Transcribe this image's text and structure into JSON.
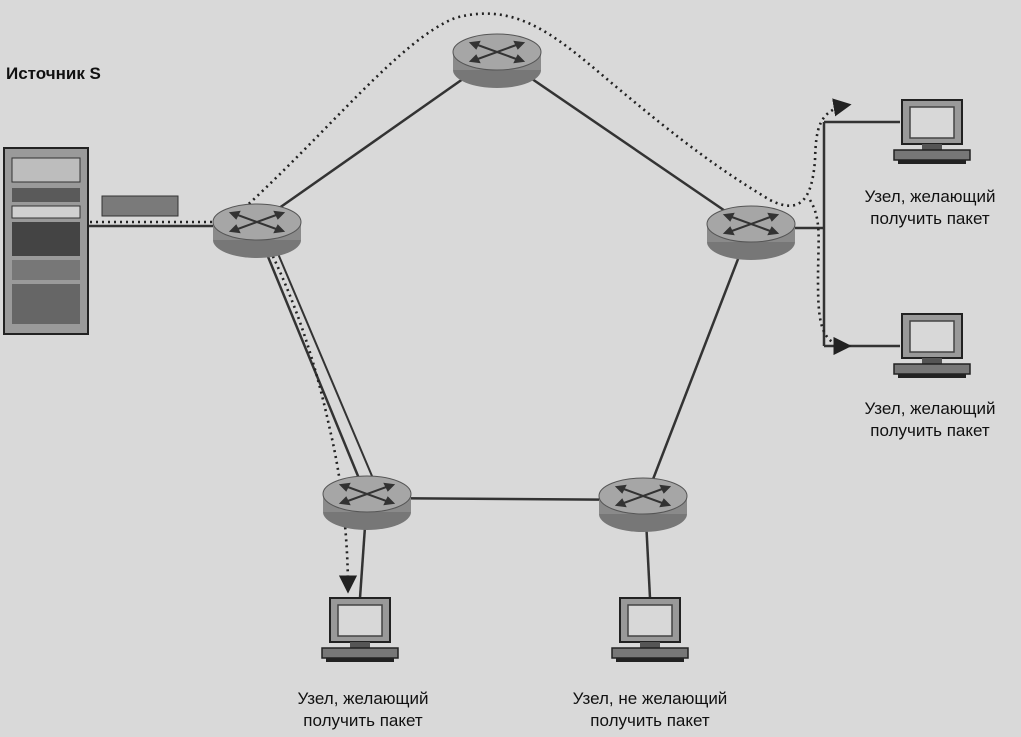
{
  "source": {
    "label": "Источник S"
  },
  "hosts": [
    {
      "id": "host-top-right",
      "line1": "Узел, желающий",
      "line2": "получить пакет",
      "wants_packet": true
    },
    {
      "id": "host-mid-right",
      "line1": "Узел, желающий",
      "line2": "получить пакет",
      "wants_packet": true
    },
    {
      "id": "host-bottom-left",
      "line1": "Узел, желающий",
      "line2": "получить пакет",
      "wants_packet": true
    },
    {
      "id": "host-bottom-right",
      "line1": "Узел, не желающий",
      "line2": "получить пакет",
      "wants_packet": false
    }
  ],
  "colors": {
    "background": "#d9d9d9",
    "router_body": "#8c8c8c",
    "router_top": "#a8a8a8",
    "line": "#222222",
    "path_dotted": "#222222"
  }
}
